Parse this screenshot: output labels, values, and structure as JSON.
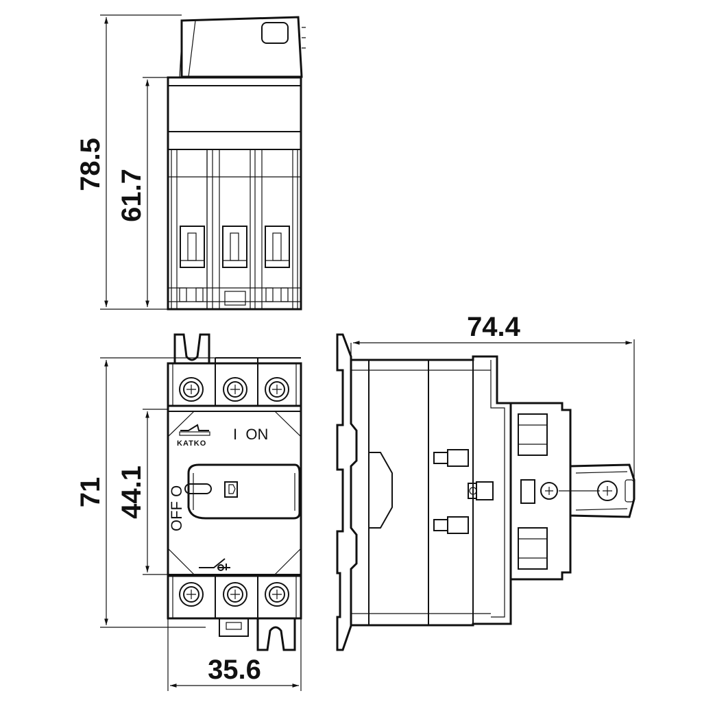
{
  "dimensions": {
    "top_view_total_height": "78.5",
    "top_view_body_height": "61.7",
    "front_view_total_height": "71",
    "front_view_body_height": "44.1",
    "front_view_width": "35.6",
    "side_view_depth": "74.4"
  },
  "front_panel": {
    "on_label": "I  ON",
    "off_label": "OFF O",
    "brand": "KATKO"
  }
}
